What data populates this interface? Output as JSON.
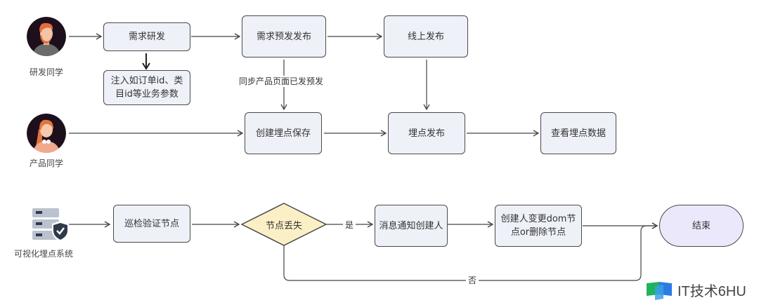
{
  "actors": {
    "developer": {
      "label": "研发同学",
      "icon": "developer-avatar-icon"
    },
    "product": {
      "label": "产品同学",
      "icon": "product-avatar-icon"
    },
    "system": {
      "label": "可视化埋点系统",
      "icon": "server-shield-icon"
    }
  },
  "nodes": {
    "req_dev": "需求研发",
    "inject_params": "注入如订单id、类目id等业务参数",
    "pre_release": "需求预发发布",
    "online_release": "线上发布",
    "create_save": "创建埋点保存",
    "track_publish": "埋点发布",
    "view_data": "查看埋点数据",
    "inspect_verify": "巡检验证节点",
    "node_lost": "节点丢失",
    "notify_creator": "消息通知创建人",
    "creator_change": "创建人变更dom节点or删除节点",
    "end": "结束"
  },
  "edge_labels": {
    "sync_product": "同步产品页面已发预发",
    "yes": "是",
    "no": "否"
  },
  "colors": {
    "process_fill": "#eef1f8",
    "decision_fill": "#fbefc6",
    "terminal_fill": "#ece8fb",
    "stroke": "#4a4a4a"
  },
  "watermark": {
    "text": "IT技术6HU"
  }
}
